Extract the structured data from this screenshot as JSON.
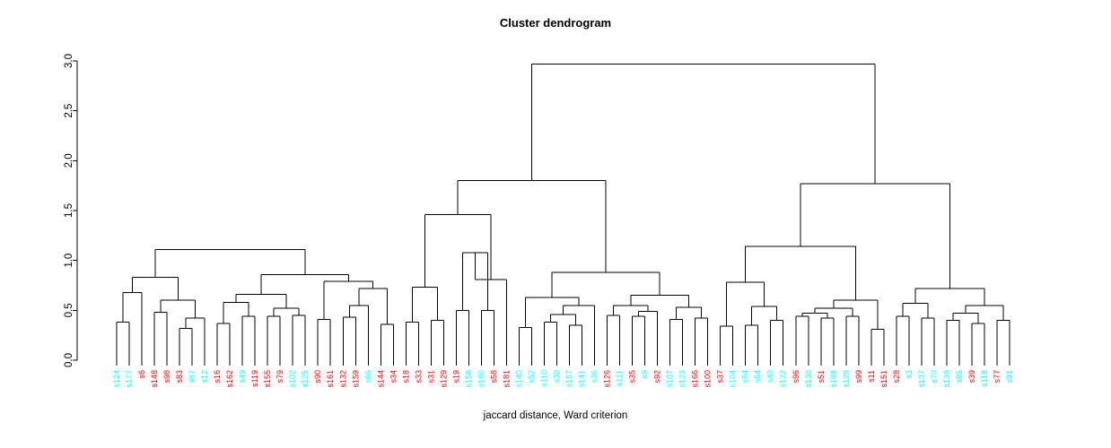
{
  "chart_data": {
    "type": "dendrogram",
    "title": "Cluster dendrogram",
    "xlabel": "jaccard distance, Ward criterion",
    "ylabel": "",
    "ylim": [
      0.0,
      3.0
    ],
    "yticks": [
      "0.0",
      "0.5",
      "1.0",
      "1.5",
      "2.0",
      "2.5",
      "3.0"
    ],
    "ytick_values": [
      0.0,
      0.5,
      1.0,
      1.5,
      2.0,
      2.5,
      3.0
    ],
    "grid": false,
    "legend": "none",
    "n_leaves": 73,
    "label_colors": {
      "cyan": "#00FFFF",
      "red": "#FF0000"
    },
    "link_color": "#000000",
    "leaves": [
      {
        "label": "s124",
        "color": "#00FFFF"
      },
      {
        "label": "s177",
        "color": "#00FFFF"
      },
      {
        "label": "s6",
        "color": "#FF0000"
      },
      {
        "label": "s148",
        "color": "#FF0000"
      },
      {
        "label": "s98",
        "color": "#FF0000"
      },
      {
        "label": "s83",
        "color": "#FF0000"
      },
      {
        "label": "s67",
        "color": "#00FFFF"
      },
      {
        "label": "s12",
        "color": "#00FFFF"
      },
      {
        "label": "s16",
        "color": "#FF0000"
      },
      {
        "label": "s162",
        "color": "#FF0000"
      },
      {
        "label": "s49",
        "color": "#00FFFF"
      },
      {
        "label": "s119",
        "color": "#FF0000"
      },
      {
        "label": "s155",
        "color": "#FF0000"
      },
      {
        "label": "s79",
        "color": "#FF0000"
      },
      {
        "label": "s102",
        "color": "#00FFFF"
      },
      {
        "label": "s125",
        "color": "#00FFFF"
      },
      {
        "label": "s90",
        "color": "#FF0000"
      },
      {
        "label": "s161",
        "color": "#FF0000"
      },
      {
        "label": "s132",
        "color": "#FF0000"
      },
      {
        "label": "s159",
        "color": "#FF0000"
      },
      {
        "label": "s66",
        "color": "#00FFFF"
      },
      {
        "label": "s144",
        "color": "#FF0000"
      },
      {
        "label": "s34",
        "color": "#FF0000"
      },
      {
        "label": "s18",
        "color": "#FF0000"
      },
      {
        "label": "s33",
        "color": "#FF0000"
      },
      {
        "label": "s31",
        "color": "#FF0000"
      },
      {
        "label": "s129",
        "color": "#FF0000"
      },
      {
        "label": "s19",
        "color": "#FF0000"
      },
      {
        "label": "s158",
        "color": "#00FFFF"
      },
      {
        "label": "s180",
        "color": "#00FFFF"
      },
      {
        "label": "s58",
        "color": "#FF0000"
      },
      {
        "label": "s181",
        "color": "#FF0000"
      },
      {
        "label": "s140",
        "color": "#00FFFF"
      },
      {
        "label": "s52",
        "color": "#00FFFF"
      },
      {
        "label": "s110",
        "color": "#00FFFF"
      },
      {
        "label": "s30",
        "color": "#00FFFF"
      },
      {
        "label": "s157",
        "color": "#00FFFF"
      },
      {
        "label": "s141",
        "color": "#00FFFF"
      },
      {
        "label": "s36",
        "color": "#00FFFF"
      },
      {
        "label": "s126",
        "color": "#FF0000"
      },
      {
        "label": "s111",
        "color": "#00FFFF"
      },
      {
        "label": "s35",
        "color": "#FF0000"
      },
      {
        "label": "s9",
        "color": "#00FFFF"
      },
      {
        "label": "s92",
        "color": "#FF0000"
      },
      {
        "label": "s107",
        "color": "#00FFFF"
      },
      {
        "label": "s123",
        "color": "#00FFFF"
      },
      {
        "label": "s166",
        "color": "#FF0000"
      },
      {
        "label": "s100",
        "color": "#FF0000"
      },
      {
        "label": "s37",
        "color": "#FF0000"
      },
      {
        "label": "s104",
        "color": "#00FFFF"
      },
      {
        "label": "s54",
        "color": "#00FFFF"
      },
      {
        "label": "s64",
        "color": "#00FFFF"
      },
      {
        "label": "s40",
        "color": "#00FFFF"
      },
      {
        "label": "s122",
        "color": "#00FFFF"
      },
      {
        "label": "s96",
        "color": "#FF0000"
      },
      {
        "label": "s130",
        "color": "#00FFFF"
      },
      {
        "label": "s51",
        "color": "#FF0000"
      },
      {
        "label": "s188",
        "color": "#00FFFF"
      },
      {
        "label": "s128",
        "color": "#00FFFF"
      },
      {
        "label": "s99",
        "color": "#FF0000"
      },
      {
        "label": "s11",
        "color": "#FF0000"
      },
      {
        "label": "s151",
        "color": "#FF0000"
      },
      {
        "label": "s28",
        "color": "#FF0000"
      },
      {
        "label": "s3",
        "color": "#00FFFF"
      },
      {
        "label": "s137",
        "color": "#00FFFF"
      },
      {
        "label": "s70",
        "color": "#00FFFF"
      },
      {
        "label": "s139",
        "color": "#00FFFF"
      },
      {
        "label": "s85",
        "color": "#00FFFF"
      },
      {
        "label": "s39",
        "color": "#FF0000"
      },
      {
        "label": "s118",
        "color": "#00FFFF"
      },
      {
        "label": "s77",
        "color": "#FF0000"
      },
      {
        "label": "s91",
        "color": "#00FFFF"
      }
    ],
    "merges": [
      {
        "left": {
          "leaf": 0
        },
        "right": {
          "leaf": 1
        },
        "height": 0.38
      },
      {
        "left": {
          "node": 0
        },
        "right": {
          "leaf": 2
        },
        "height": 0.68
      },
      {
        "left": {
          "leaf": 3
        },
        "right": {
          "leaf": 4
        },
        "height": 0.48
      },
      {
        "left": {
          "leaf": 5
        },
        "right": {
          "leaf": 6
        },
        "height": 0.32
      },
      {
        "left": {
          "node": 3
        },
        "right": {
          "leaf": 7
        },
        "height": 0.42
      },
      {
        "left": {
          "node": 2
        },
        "right": {
          "node": 4
        },
        "height": 0.6
      },
      {
        "left": {
          "node": 1
        },
        "right": {
          "node": 5
        },
        "height": 0.83
      },
      {
        "left": {
          "leaf": 8
        },
        "right": {
          "leaf": 9
        },
        "height": 0.37
      },
      {
        "left": {
          "leaf": 10
        },
        "right": {
          "leaf": 11
        },
        "height": 0.44
      },
      {
        "left": {
          "node": 7
        },
        "right": {
          "node": 8
        },
        "height": 0.58
      },
      {
        "left": {
          "leaf": 12
        },
        "right": {
          "leaf": 13
        },
        "height": 0.44
      },
      {
        "left": {
          "leaf": 14
        },
        "right": {
          "leaf": 15
        },
        "height": 0.45
      },
      {
        "left": {
          "node": 10
        },
        "right": {
          "node": 11
        },
        "height": 0.52
      },
      {
        "left": {
          "node": 9
        },
        "right": {
          "node": 12
        },
        "height": 0.66
      },
      {
        "left": {
          "leaf": 16
        },
        "right": {
          "leaf": 17
        },
        "height": 0.41
      },
      {
        "left": {
          "leaf": 18
        },
        "right": {
          "leaf": 19
        },
        "height": 0.43
      },
      {
        "left": {
          "node": 15
        },
        "right": {
          "leaf": 20
        },
        "height": 0.55
      },
      {
        "left": {
          "leaf": 21
        },
        "right": {
          "leaf": 22
        },
        "height": 0.36
      },
      {
        "left": {
          "node": 16
        },
        "right": {
          "node": 17
        },
        "height": 0.72
      },
      {
        "left": {
          "node": 14
        },
        "right": {
          "node": 18
        },
        "height": 0.79
      },
      {
        "left": {
          "node": 13
        },
        "right": {
          "node": 19
        },
        "height": 0.86
      },
      {
        "left": {
          "node": 6
        },
        "right": {
          "node": 20
        },
        "height": 1.11
      },
      {
        "left": {
          "leaf": 23
        },
        "right": {
          "leaf": 24
        },
        "height": 0.38
      },
      {
        "left": {
          "leaf": 25
        },
        "right": {
          "leaf": 26
        },
        "height": 0.4
      },
      {
        "left": {
          "node": 22
        },
        "right": {
          "node": 23
        },
        "height": 0.73
      },
      {
        "left": {
          "leaf": 27
        },
        "right": {
          "leaf": 28
        },
        "height": 0.5
      },
      {
        "left": {
          "leaf": 29
        },
        "right": {
          "leaf": 30
        },
        "height": 0.5
      },
      {
        "left": {
          "node": 25
        },
        "right": {
          "node": 26
        },
        "height": 1.08
      },
      {
        "left": {
          "node": 27
        },
        "right": {
          "leaf": 31
        },
        "height": 0.81
      },
      {
        "left": {
          "node": 24
        },
        "right": {
          "node": 28
        },
        "height": 1.46
      },
      {
        "left": {
          "leaf": 32
        },
        "right": {
          "leaf": 33
        },
        "height": 0.33
      },
      {
        "left": {
          "leaf": 34
        },
        "right": {
          "leaf": 35
        },
        "height": 0.38
      },
      {
        "left": {
          "leaf": 36
        },
        "right": {
          "leaf": 37
        },
        "height": 0.35
      },
      {
        "left": {
          "node": 31
        },
        "right": {
          "node": 32
        },
        "height": 0.46
      },
      {
        "left": {
          "node": 33
        },
        "right": {
          "leaf": 38
        },
        "height": 0.55
      },
      {
        "left": {
          "node": 30
        },
        "right": {
          "node": 34
        },
        "height": 0.63
      },
      {
        "left": {
          "leaf": 39
        },
        "right": {
          "leaf": 40
        },
        "height": 0.45
      },
      {
        "left": {
          "leaf": 41
        },
        "right": {
          "leaf": 42
        },
        "height": 0.44
      },
      {
        "left": {
          "node": 37
        },
        "right": {
          "leaf": 43
        },
        "height": 0.49
      },
      {
        "left": {
          "node": 36
        },
        "right": {
          "node": 38
        },
        "height": 0.55
      },
      {
        "left": {
          "leaf": 44
        },
        "right": {
          "leaf": 45
        },
        "height": 0.41
      },
      {
        "left": {
          "leaf": 46
        },
        "right": {
          "leaf": 47
        },
        "height": 0.42
      },
      {
        "left": {
          "node": 40
        },
        "right": {
          "node": 41
        },
        "height": 0.53
      },
      {
        "left": {
          "node": 39
        },
        "right": {
          "node": 42
        },
        "height": 0.65
      },
      {
        "left": {
          "node": 35
        },
        "right": {
          "node": 43
        },
        "height": 0.88
      },
      {
        "left": {
          "node": 29
        },
        "right": {
          "node": 44
        },
        "height": 1.8
      },
      {
        "left": {
          "leaf": 48
        },
        "right": {
          "leaf": 49
        },
        "height": 0.34
      },
      {
        "left": {
          "leaf": 50
        },
        "right": {
          "leaf": 51
        },
        "height": 0.35
      },
      {
        "left": {
          "leaf": 52
        },
        "right": {
          "leaf": 53
        },
        "height": 0.4
      },
      {
        "left": {
          "node": 47
        },
        "right": {
          "node": 48
        },
        "height": 0.54
      },
      {
        "left": {
          "node": 46
        },
        "right": {
          "node": 49
        },
        "height": 0.78
      },
      {
        "left": {
          "leaf": 54
        },
        "right": {
          "leaf": 55
        },
        "height": 0.44
      },
      {
        "left": {
          "leaf": 56
        },
        "right": {
          "leaf": 57
        },
        "height": 0.42
      },
      {
        "left": {
          "node": 51
        },
        "right": {
          "node": 52
        },
        "height": 0.47
      },
      {
        "left": {
          "leaf": 58
        },
        "right": {
          "leaf": 59
        },
        "height": 0.44
      },
      {
        "left": {
          "node": 53
        },
        "right": {
          "node": 54
        },
        "height": 0.52
      },
      {
        "left": {
          "leaf": 60
        },
        "right": {
          "leaf": 61
        },
        "height": 0.31
      },
      {
        "left": {
          "node": 55
        },
        "right": {
          "node": 56
        },
        "height": 0.6
      },
      {
        "left": {
          "node": 50
        },
        "right": {
          "node": 57
        },
        "height": 1.14
      },
      {
        "left": {
          "leaf": 62
        },
        "right": {
          "leaf": 63
        },
        "height": 0.44
      },
      {
        "left": {
          "leaf": 64
        },
        "right": {
          "leaf": 65
        },
        "height": 0.42
      },
      {
        "left": {
          "node": 59
        },
        "right": {
          "node": 60
        },
        "height": 0.57
      },
      {
        "left": {
          "leaf": 66
        },
        "right": {
          "leaf": 67
        },
        "height": 0.4
      },
      {
        "left": {
          "leaf": 68
        },
        "right": {
          "leaf": 69
        },
        "height": 0.37
      },
      {
        "left": {
          "node": 62
        },
        "right": {
          "node": 63
        },
        "height": 0.47
      },
      {
        "left": {
          "leaf": 70
        },
        "right": {
          "leaf": 71
        },
        "height": 0.4
      },
      {
        "left": {
          "node": 64
        },
        "right": {
          "node": 65
        },
        "height": 0.55
      },
      {
        "left": {
          "node": 61
        },
        "right": {
          "node": 66
        },
        "height": 0.72
      },
      {
        "left": {
          "node": 58
        },
        "right": {
          "node": 67
        },
        "height": 1.77
      },
      {
        "left": {
          "node": 45
        },
        "right": {
          "node": 68
        },
        "height": 2.97
      }
    ]
  }
}
